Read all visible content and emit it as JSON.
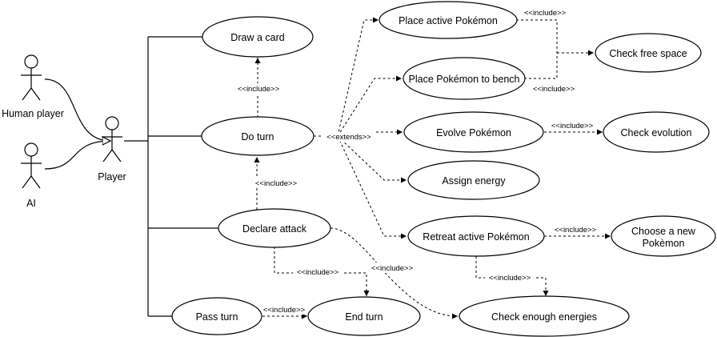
{
  "actors": {
    "human": "Human player",
    "ai": "AI",
    "player": "Player"
  },
  "use_cases": {
    "draw_card": "Draw a card",
    "do_turn": "Do turn",
    "declare_attack": "Declare attack",
    "pass_turn": "Pass turn",
    "end_turn": "End turn",
    "place_active": "Place active Pokémon",
    "place_bench": "Place Pokémon to bench",
    "check_free_space": "Check free space",
    "evolve": "Evolve Pokémon",
    "check_evolution": "Check evolution",
    "assign_energy": "Assign energy",
    "retreat": "Retreat active Pokémon",
    "choose_new_line1": "Choose a new",
    "choose_new_line2": "Pokèmon",
    "check_energies": "Check enough energies"
  },
  "relations": {
    "include": "<<include>>",
    "extends": "<<extends>>"
  }
}
